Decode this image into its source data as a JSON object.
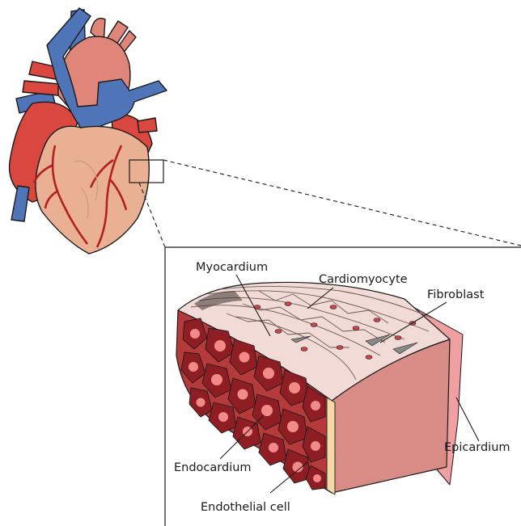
{
  "diagram": {
    "labels": {
      "myocardium": "Myocardium",
      "cardiomyocyte": "Cardiomyocyte",
      "fibroblast": "Fibroblast",
      "epicardium": "Epicardium",
      "endocardium": "Endocardium",
      "endothelial_cell": "Endothelial cell"
    },
    "colors": {
      "heart_red": "#d9473f",
      "aorta_pink": "#e0857a",
      "vein_blue": "#4f74b8",
      "heart_surface": "#eab093",
      "coronary_vessel": "#b51f1f",
      "endocardium_tissue": "#b73a3a",
      "endothelial_cell": "#8f1e24",
      "nucleus": "#f28a8a",
      "myocardium_fiber": "#f2dbd6",
      "block_side": "#d98b86",
      "epicardium_edge": "#f0a0a0",
      "boundary_layer": "#f4d9a8"
    }
  }
}
